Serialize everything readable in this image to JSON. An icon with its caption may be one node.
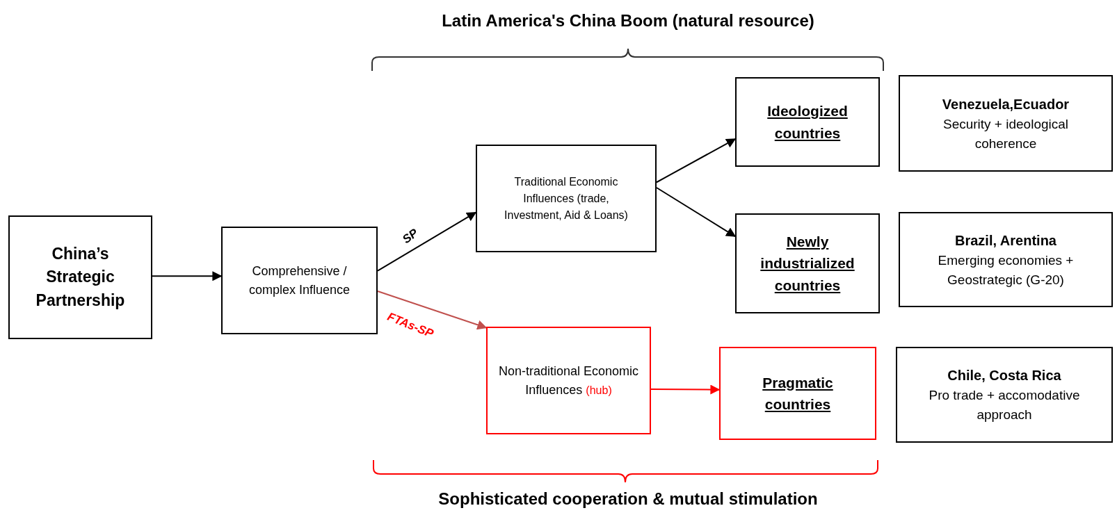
{
  "diagram": {
    "nodes": [
      {
        "text": [
          "China’s Strategic Partnership"
        ]
      },
      {
        "text": [
          "Comprehensive / complex Influence"
        ]
      },
      {
        "text": [
          "Traditional Economic Influences (trade, Investment, Aid & Loans)"
        ]
      },
      {
        "text": [
          "Non-traditional Economic Influences",
          "(hub)"
        ]
      },
      {
        "text": [
          "Ideologized countries"
        ]
      },
      {
        "text": [
          "Newly industrialized countries"
        ]
      },
      {
        "text": [
          "Pragmatic countries"
        ]
      },
      {
        "text": [
          "Venezuela,Ecuador",
          "Security + ideological coherence"
        ]
      },
      {
        "text": [
          "Brazil, Arentina",
          "Emerging economies + Geostrategic (G-20)"
        ]
      },
      {
        "text": [
          "Chile, Costa Rica",
          "Pro trade + accomodative approach"
        ]
      }
    ],
    "edges": [
      {
        "from": 0,
        "to": 1,
        "arrow": "to"
      },
      {
        "from": 1,
        "to": 2,
        "arrow": "to",
        "label": "SP"
      },
      {
        "from": 1,
        "to": 3,
        "arrow": "to",
        "label": "FTAs-SP",
        "color": "#c0504d"
      },
      {
        "from": 2,
        "to": 4,
        "arrow": "to"
      },
      {
        "from": 2,
        "to": 5,
        "arrow": "to"
      },
      {
        "from": 3,
        "to": 6,
        "arrow": "to",
        "color": "#ff0000"
      }
    ],
    "labels": [
      "Latin America's China Boom (natural resource)",
      "Sophisticated cooperation & mutual stimulation"
    ]
  }
}
